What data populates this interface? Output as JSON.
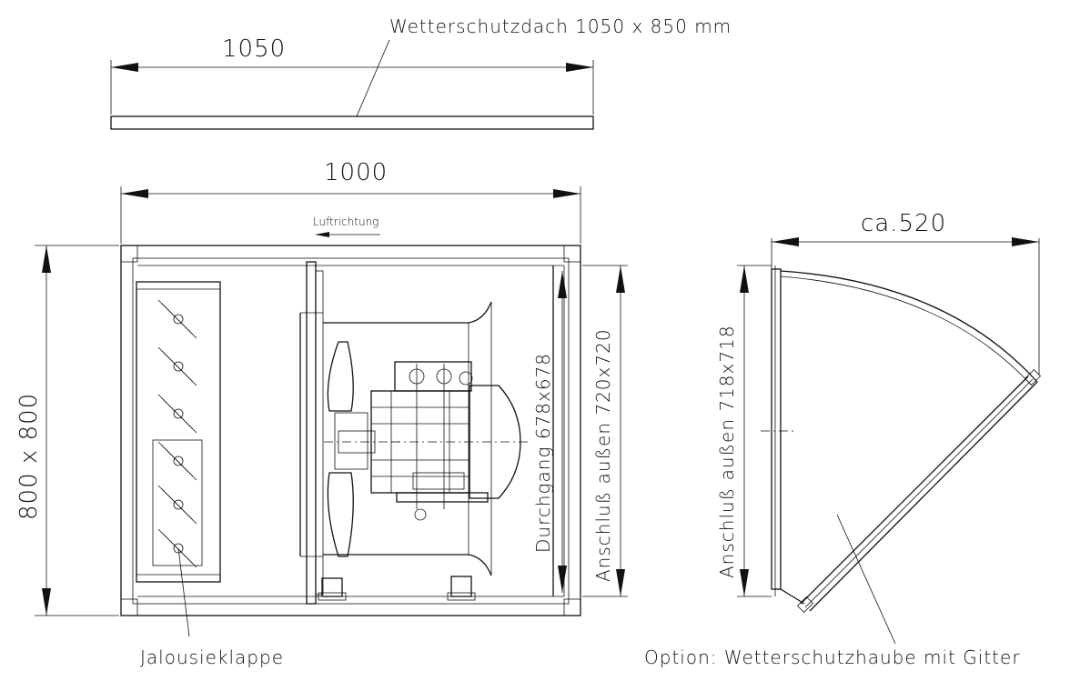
{
  "labels": {
    "roof_note": "Wetterschutzdach 1050 x 850 mm",
    "roof_width": "1050",
    "housing_width": "1000",
    "airflow": "Luftrichtung",
    "housing_height": "800 x 800",
    "passage": "Durchgang 678x678",
    "connection_outer": "Anschluß außen 720x720",
    "hood_connection": "Anschluß außen 718x718",
    "hood_depth": "ca.520",
    "damper": "Jalousieklappe",
    "hood_option": "Option: Wetterschutzhaube mit Gitter"
  }
}
